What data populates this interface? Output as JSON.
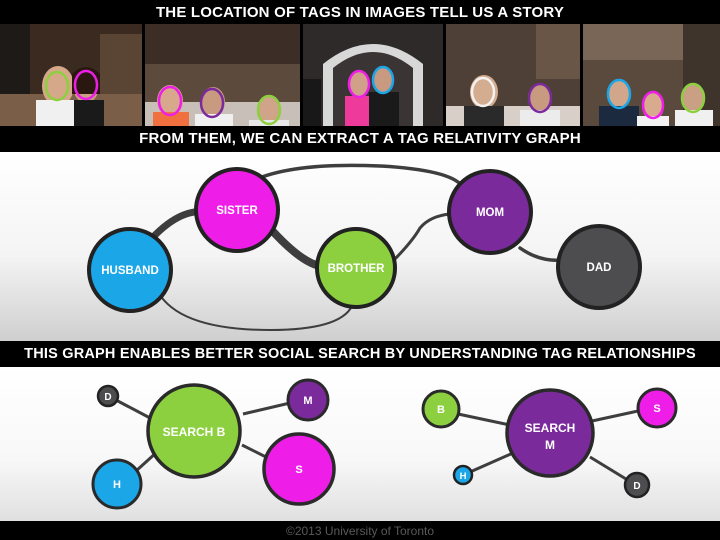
{
  "banners": {
    "top": "THE LOCATION OF TAGS IN IMAGES TELL US A STORY",
    "middle": "FROM THEM, WE CAN EXTRACT A TAG RELATIVITY GRAPH",
    "bottom": "THIS GRAPH ENABLES BETTER SOCIAL SEARCH BY UNDERSTANDING TAG RELATIONSHIPS"
  },
  "colors": {
    "husband": "#1ba6e8",
    "sister": "#ee1ee8",
    "brother": "#8cd03f",
    "mom": "#7b2a9c",
    "dad": "#4d4d4f"
  },
  "graph": {
    "nodes": {
      "husband": "HUSBAND",
      "sister": "SISTER",
      "brother": "BROTHER",
      "mom": "MOM",
      "dad": "DAD"
    }
  },
  "search_b": {
    "center": "SEARCH B",
    "d": "D",
    "m": "M",
    "h": "H",
    "s": "S"
  },
  "search_m": {
    "center_line1": "SEARCH",
    "center_line2": "M",
    "b": "B",
    "s": "S",
    "h": "H",
    "d": "D"
  },
  "footer": {
    "copyright": "©2013 University of Toronto"
  }
}
